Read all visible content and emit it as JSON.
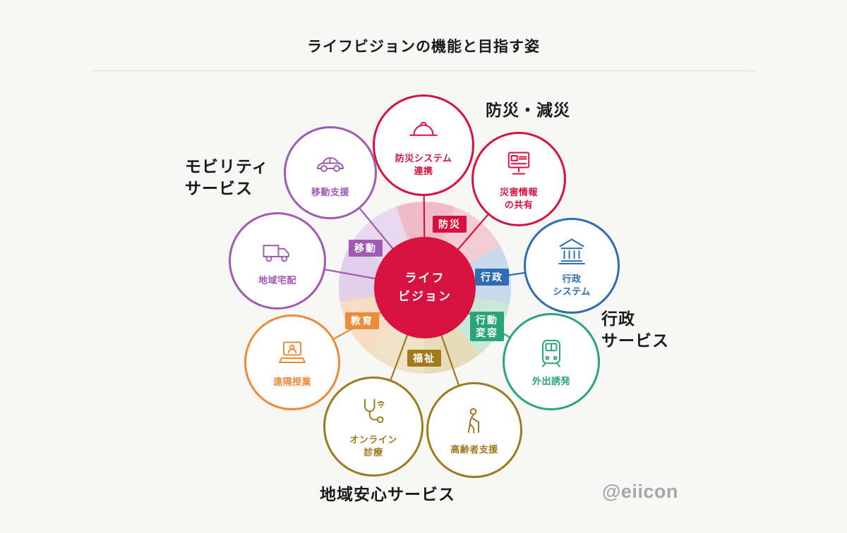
{
  "title": "ライフビジョンの機能と目指す姿",
  "watermark": "@eiicon",
  "center": {
    "line1": "ライフ",
    "line2": "ビジョン",
    "color": "#d7123f"
  },
  "group_labels": {
    "bousai_gensai": "防災・減災",
    "gyousei_line1": "行政",
    "gyousei_line2": "サービス",
    "chiiki_anshin": "地域安心サービス",
    "mobility_line1": "モビリティ",
    "mobility_line2": "サービス"
  },
  "wedge_tags": {
    "bousai": {
      "label": "防災",
      "color": "#d7123f"
    },
    "gyousei": {
      "label": "行政",
      "color": "#2e6cb3"
    },
    "koudou": {
      "line1": "行動",
      "line2": "変容",
      "color": "#29a579"
    },
    "fukushi": {
      "label": "福祉",
      "color": "#a3791b"
    },
    "kyouiku": {
      "label": "教育",
      "color": "#ec8b38"
    },
    "idou": {
      "label": "移動",
      "color": "#a15ab4"
    }
  },
  "nodes": {
    "bousai_system": {
      "line1": "防災システム",
      "line2": "連携",
      "color": "#d7123f",
      "icon": "helmet-icon"
    },
    "saigai_joho": {
      "line1": "災害情報",
      "line2": "の共有",
      "color": "#d7123f",
      "icon": "news-monitor-icon"
    },
    "gyousei_system": {
      "line1": "行政",
      "line2": "システム",
      "color": "#2e6cb3",
      "icon": "government-building-icon"
    },
    "gaishutsu_yuhatsu": {
      "label": "外出誘発",
      "color": "#29a579",
      "icon": "train-icon"
    },
    "koureisha_shien": {
      "label": "高齢者支援",
      "color": "#9c7a1e",
      "icon": "elderly-person-icon"
    },
    "online_shinryo": {
      "line1": "オンライン",
      "line2": "診療",
      "color": "#9c7a1e",
      "icon": "stethoscope-wifi-icon"
    },
    "enkaku_jugyo": {
      "label": "遠隔授業",
      "color": "#ec8b38",
      "icon": "laptop-lesson-icon"
    },
    "chiiki_takuhai": {
      "label": "地域宅配",
      "color": "#a15ab4",
      "icon": "delivery-truck-icon"
    },
    "idou_shien": {
      "label": "移動支援",
      "color": "#a15ab4",
      "icon": "car-icon"
    }
  }
}
